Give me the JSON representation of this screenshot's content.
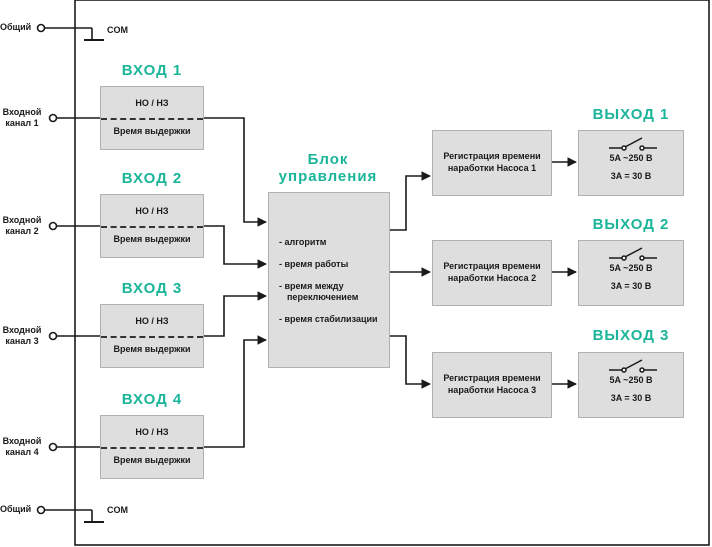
{
  "com_label": "COM",
  "common_label": "Общий",
  "inputs": [
    {
      "title": "ВХОД 1",
      "mode": "НО / НЗ",
      "delay": "Время выдержки",
      "side_line1": "Входной",
      "side_line2": "канал 1"
    },
    {
      "title": "ВХОД 2",
      "mode": "НО / НЗ",
      "delay": "Время выдержки",
      "side_line1": "Входной",
      "side_line2": "канал 2"
    },
    {
      "title": "ВХОД 3",
      "mode": "НО / НЗ",
      "delay": "Время выдержки",
      "side_line1": "Входной",
      "side_line2": "канал 3"
    },
    {
      "title": "ВХОД 4",
      "mode": "НО / НЗ",
      "delay": "Время выдержки",
      "side_line1": "Входной",
      "side_line2": "канал 4"
    }
  ],
  "control": {
    "title_line1": "Блок",
    "title_line2": "управления",
    "items": [
      "- алгоритм",
      "- время работы",
      "- время между",
      "переключением",
      "- время стабилизации"
    ]
  },
  "registrations": [
    {
      "line1": "Регистрация времени",
      "line2": "наработки Насоса 1"
    },
    {
      "line1": "Регистрация времени",
      "line2": "наработки Насоса 2"
    },
    {
      "line1": "Регистрация времени",
      "line2": "наработки Насоса 3"
    }
  ],
  "outputs": [
    {
      "title": "ВЫХОД 1",
      "rating_ac": "5A ~250 В",
      "rating_dc": "3A = 30 В"
    },
    {
      "title": "ВЫХОД 2",
      "rating_ac": "5A ~250 В",
      "rating_dc": "3A = 30 В"
    },
    {
      "title": "ВЫХОД 3",
      "rating_ac": "5A ~250 В",
      "rating_dc": "3A = 30 В"
    }
  ],
  "colors": {
    "accent": "#1bb59a",
    "box": "#dedede",
    "line": "#1a1a1a"
  }
}
